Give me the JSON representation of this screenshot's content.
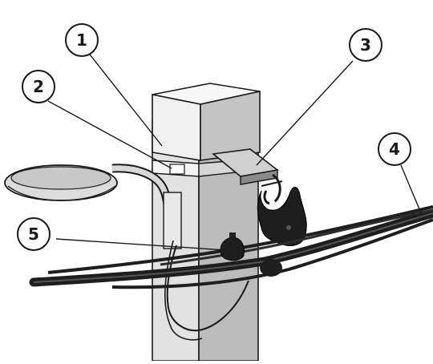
{
  "callouts": {
    "c1": "1",
    "c2": "2",
    "c3": "3",
    "c4": "4",
    "c5": "5"
  },
  "colors": {
    "background": "#ffffff",
    "outline": "#1a1a1a",
    "pole_front": "#d4d4d4",
    "pole_side": "#b8b8b8",
    "box_front": "#f0f0f0",
    "box_side": "#c4c4c4",
    "cable": "#2a2a2a",
    "lamp": "#dcdcdc"
  }
}
